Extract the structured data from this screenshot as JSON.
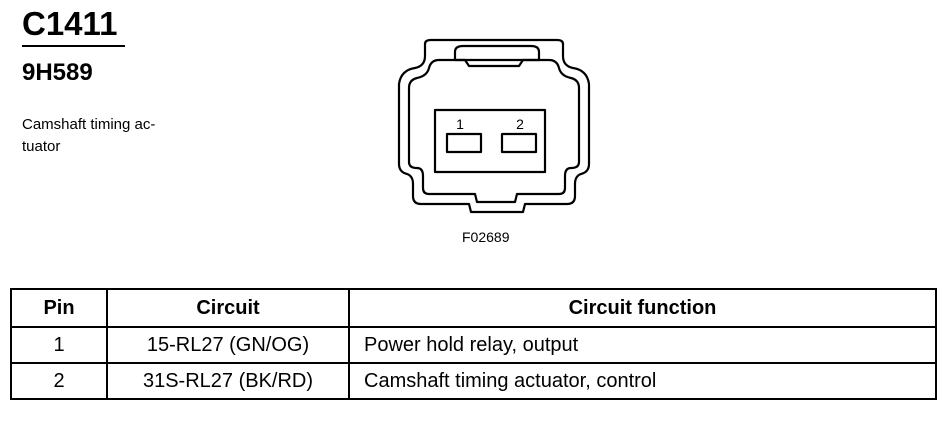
{
  "header": {
    "connector_id": "C1411",
    "part_number": "9H589",
    "description": "Camshaft timing ac- tuator"
  },
  "connector": {
    "pin_labels": [
      "1",
      "2"
    ],
    "figure_id": "F02689"
  },
  "pin_table": {
    "columns": [
      "Pin",
      "Circuit",
      "Circuit function"
    ],
    "rows": [
      {
        "pin": "1",
        "circuit": "15-RL27 (GN/OG)",
        "function": "Power hold relay, output"
      },
      {
        "pin": "2",
        "circuit": "31S-RL27 (BK/RD)",
        "function": "Camshaft timing actuator, control"
      }
    ]
  }
}
